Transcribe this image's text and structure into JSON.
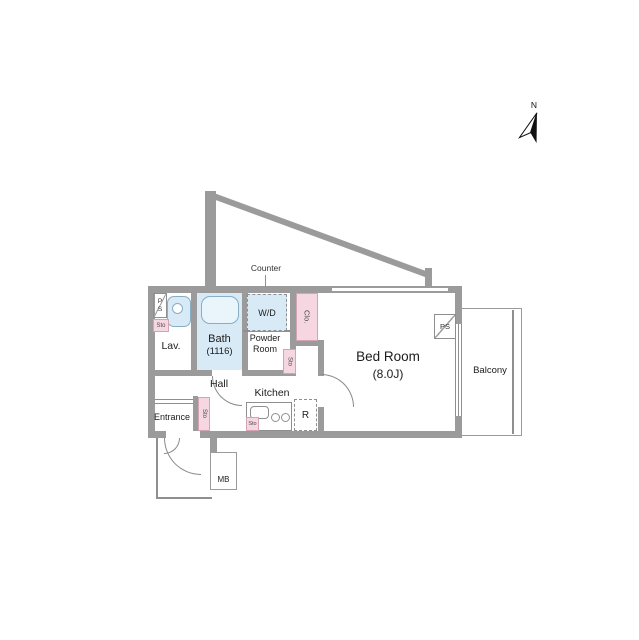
{
  "compass": {
    "n": "N"
  },
  "rooms": {
    "bedroom": {
      "name": "Bed Room",
      "size": "(8.0J)"
    },
    "bath": {
      "name": "Bath",
      "size": "(1116)"
    },
    "lav": {
      "name": "Lav."
    },
    "powder": {
      "line1": "Powder",
      "line2": "Room"
    },
    "hall": {
      "name": "Hall"
    },
    "kitchen": {
      "name": "Kitchen"
    },
    "entrance": {
      "name": "Entrance"
    },
    "balcony": {
      "name": "Balcony"
    }
  },
  "fixtures": {
    "washer_dryer": "W/D",
    "counter": "Counter",
    "closet": "Clo.",
    "refrigerator": "R",
    "meter_box": "MB",
    "pipe_space_left": "PS",
    "pipe_space_right": "PS",
    "storage_left": "Sto",
    "storage_powder": "Sto",
    "storage_kitchen": "Sto",
    "storage_entrance": "Sto"
  },
  "colors": {
    "wall_gray": "#9b9b9b",
    "water_area_blue": "#d7eaf6",
    "storage_pink": "#f6d7e1",
    "line_gray": "#8f8f8f",
    "text": "#1c1c1c"
  }
}
